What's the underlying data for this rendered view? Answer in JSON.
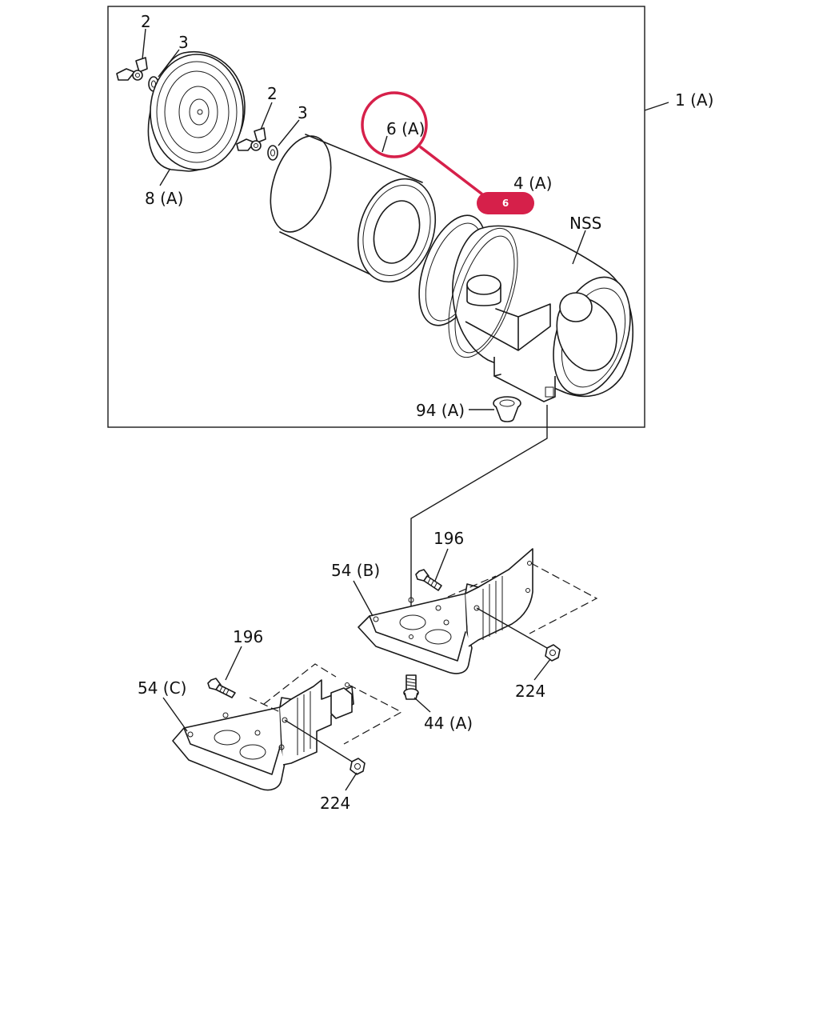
{
  "diagram": {
    "labels": {
      "l_2a": "2",
      "l_3a": "3",
      "l_2b": "2",
      "l_3b": "3",
      "l_8a": "8 (A)",
      "l_6a": "6 (A)",
      "l_4a": "4 (A)",
      "l_nss": "NSS",
      "l_1a": "1 (A)",
      "l_94a": "94 (A)",
      "l_196a": "196",
      "l_54b": "54 (B)",
      "l_224a": "224",
      "l_44a": "44 (A)",
      "l_196b": "196",
      "l_54c": "54 (C)",
      "l_224b": "224"
    },
    "highlight": {
      "target_label": "6 (A)",
      "badge_text": "6",
      "color": "#d6204a"
    },
    "colors": {
      "line": "#1a1a1a",
      "background": "#ffffff"
    }
  }
}
